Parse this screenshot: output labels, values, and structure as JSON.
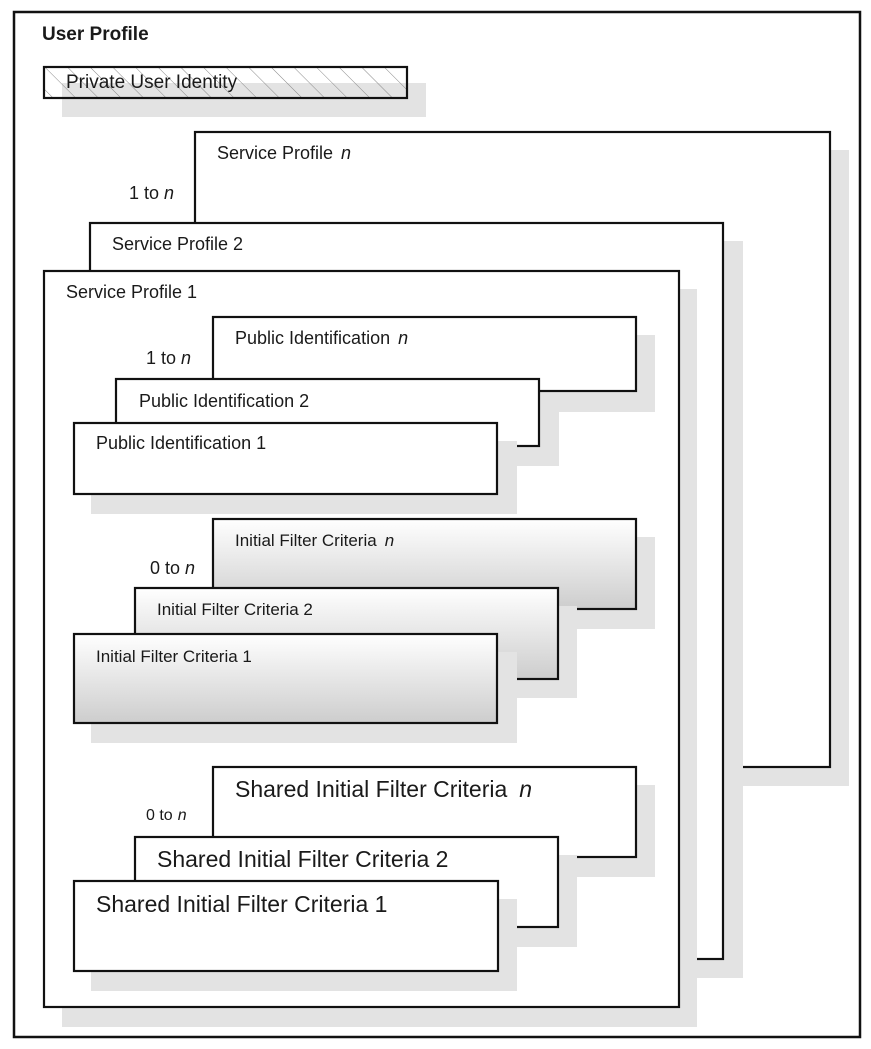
{
  "user_profile": {
    "title": "User Profile",
    "private_user_identity": "Private User Identity"
  },
  "service_profiles": {
    "multiplicity": "1 to",
    "multiplicity_var": "n",
    "items": [
      {
        "label": "Service Profile",
        "suffix": "n",
        "suffix_italic": true
      },
      {
        "label": "Service Profile 2"
      },
      {
        "label": "Service Profile 1"
      }
    ]
  },
  "public_identifications": {
    "multiplicity": "1 to",
    "multiplicity_var": "n",
    "items": [
      {
        "label": "Public Identification",
        "suffix": "n",
        "suffix_italic": true
      },
      {
        "label": "Public Identification 2"
      },
      {
        "label": "Public Identification 1"
      }
    ]
  },
  "initial_filter_criteria": {
    "multiplicity": "0 to",
    "multiplicity_var": "n",
    "items": [
      {
        "label": "Initial Filter Criteria",
        "suffix": "n",
        "suffix_italic": true
      },
      {
        "label": "Initial Filter Criteria 2"
      },
      {
        "label": "Initial Filter Criteria 1"
      }
    ]
  },
  "shared_initial_filter_criteria": {
    "multiplicity": "0 to",
    "multiplicity_var": "n",
    "items": [
      {
        "label": "Shared Initial Filter Criteria",
        "suffix": "n",
        "suffix_italic": true
      },
      {
        "label": "Shared Initial Filter Criteria 2"
      },
      {
        "label": "Shared Initial Filter Criteria 1"
      }
    ]
  },
  "colors": {
    "line": "#111111",
    "shadow": "#e3e3e3",
    "gradient_top": "#ffffff",
    "gradient_bottom": "#cfcfcf"
  }
}
